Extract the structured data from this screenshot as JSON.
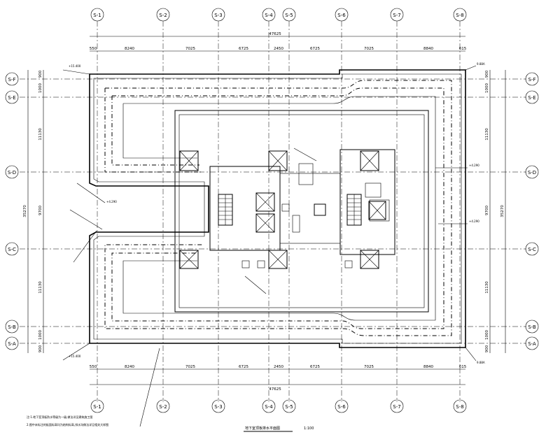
{
  "grid_axes": {
    "vertical": [
      "S-1",
      "S-2",
      "S-3",
      "S-4",
      "S-5",
      "S-6",
      "S-7",
      "S-8"
    ],
    "horizontal": [
      "S-F",
      "S-E",
      "S-D",
      "S-C",
      "S-B",
      "S-A"
    ]
  },
  "dimensions": {
    "overall_width": "47625",
    "top_segments": [
      "550",
      "8240",
      "7025",
      "6725",
      "2450",
      "6725",
      "7025",
      "8840",
      "615"
    ],
    "bottom_segments": [
      "550",
      "8240",
      "7025",
      "6725",
      "2450",
      "6725",
      "7025",
      "8840",
      "615"
    ],
    "left_overall": "35270",
    "right_overall": "35270",
    "left_segments": [
      "900",
      "1000",
      "11130",
      "9700",
      "11130",
      "1000",
      "900"
    ],
    "right_segments": [
      "900",
      "1000",
      "11130",
      "9700",
      "11130",
      "1000",
      "900"
    ]
  },
  "annotations": {
    "elev_top_left": "+15.400",
    "elev_bottom_left": "+15.400",
    "note_right_top": "9.88A",
    "note_right_bottom": "9.88A",
    "level_left_notch": "+4.290",
    "level_right_1": "+4.290",
    "level_right_2": "+4.290"
  },
  "footnotes": {
    "line1": "注:1.地下室顶板防水等级为一级,做法详见建筑施工图",
    "line2": "2.图中未标注的板面标高均为结构标高,排水沟做法详见相关大样图"
  },
  "title": {
    "text": "地下室顶板排水平面图",
    "scale": "1:100"
  }
}
